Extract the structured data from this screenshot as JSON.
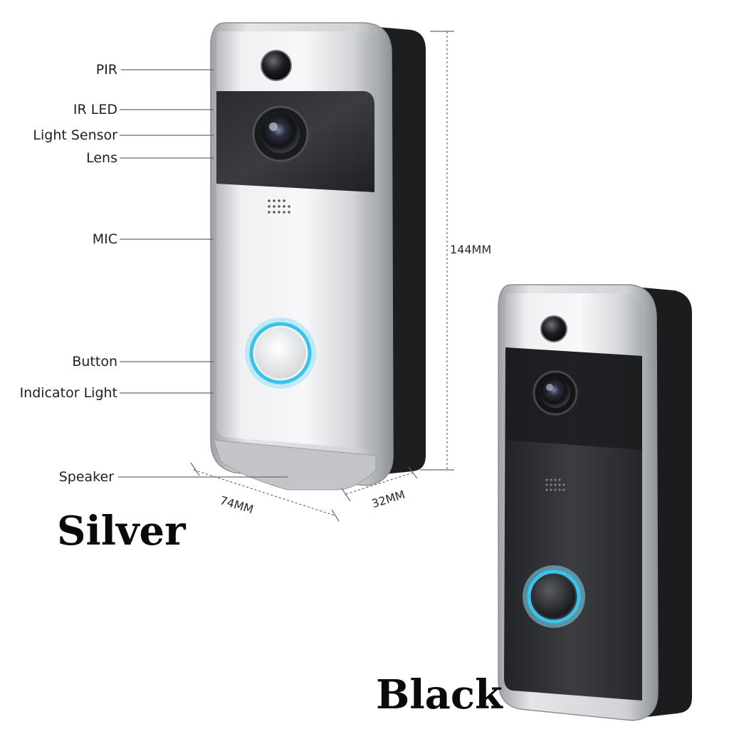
{
  "labels": {
    "pir": "PIR",
    "ir_led": "IR LED",
    "light_sensor": "Light Sensor",
    "lens": "Lens",
    "mic": "MIC",
    "button": "Button",
    "indicator_light": "Indicator Light",
    "speaker": "Speaker"
  },
  "dimensions": {
    "height": "144MM",
    "width": "74MM",
    "depth": "32MM"
  },
  "variants": {
    "silver": "Silver",
    "black": "Black"
  },
  "colors": {
    "silver_body": "#d9dadc",
    "black_face": "#2b2d30",
    "backplate": "#1c1c1e",
    "ring_glow": "#39c3ea"
  }
}
